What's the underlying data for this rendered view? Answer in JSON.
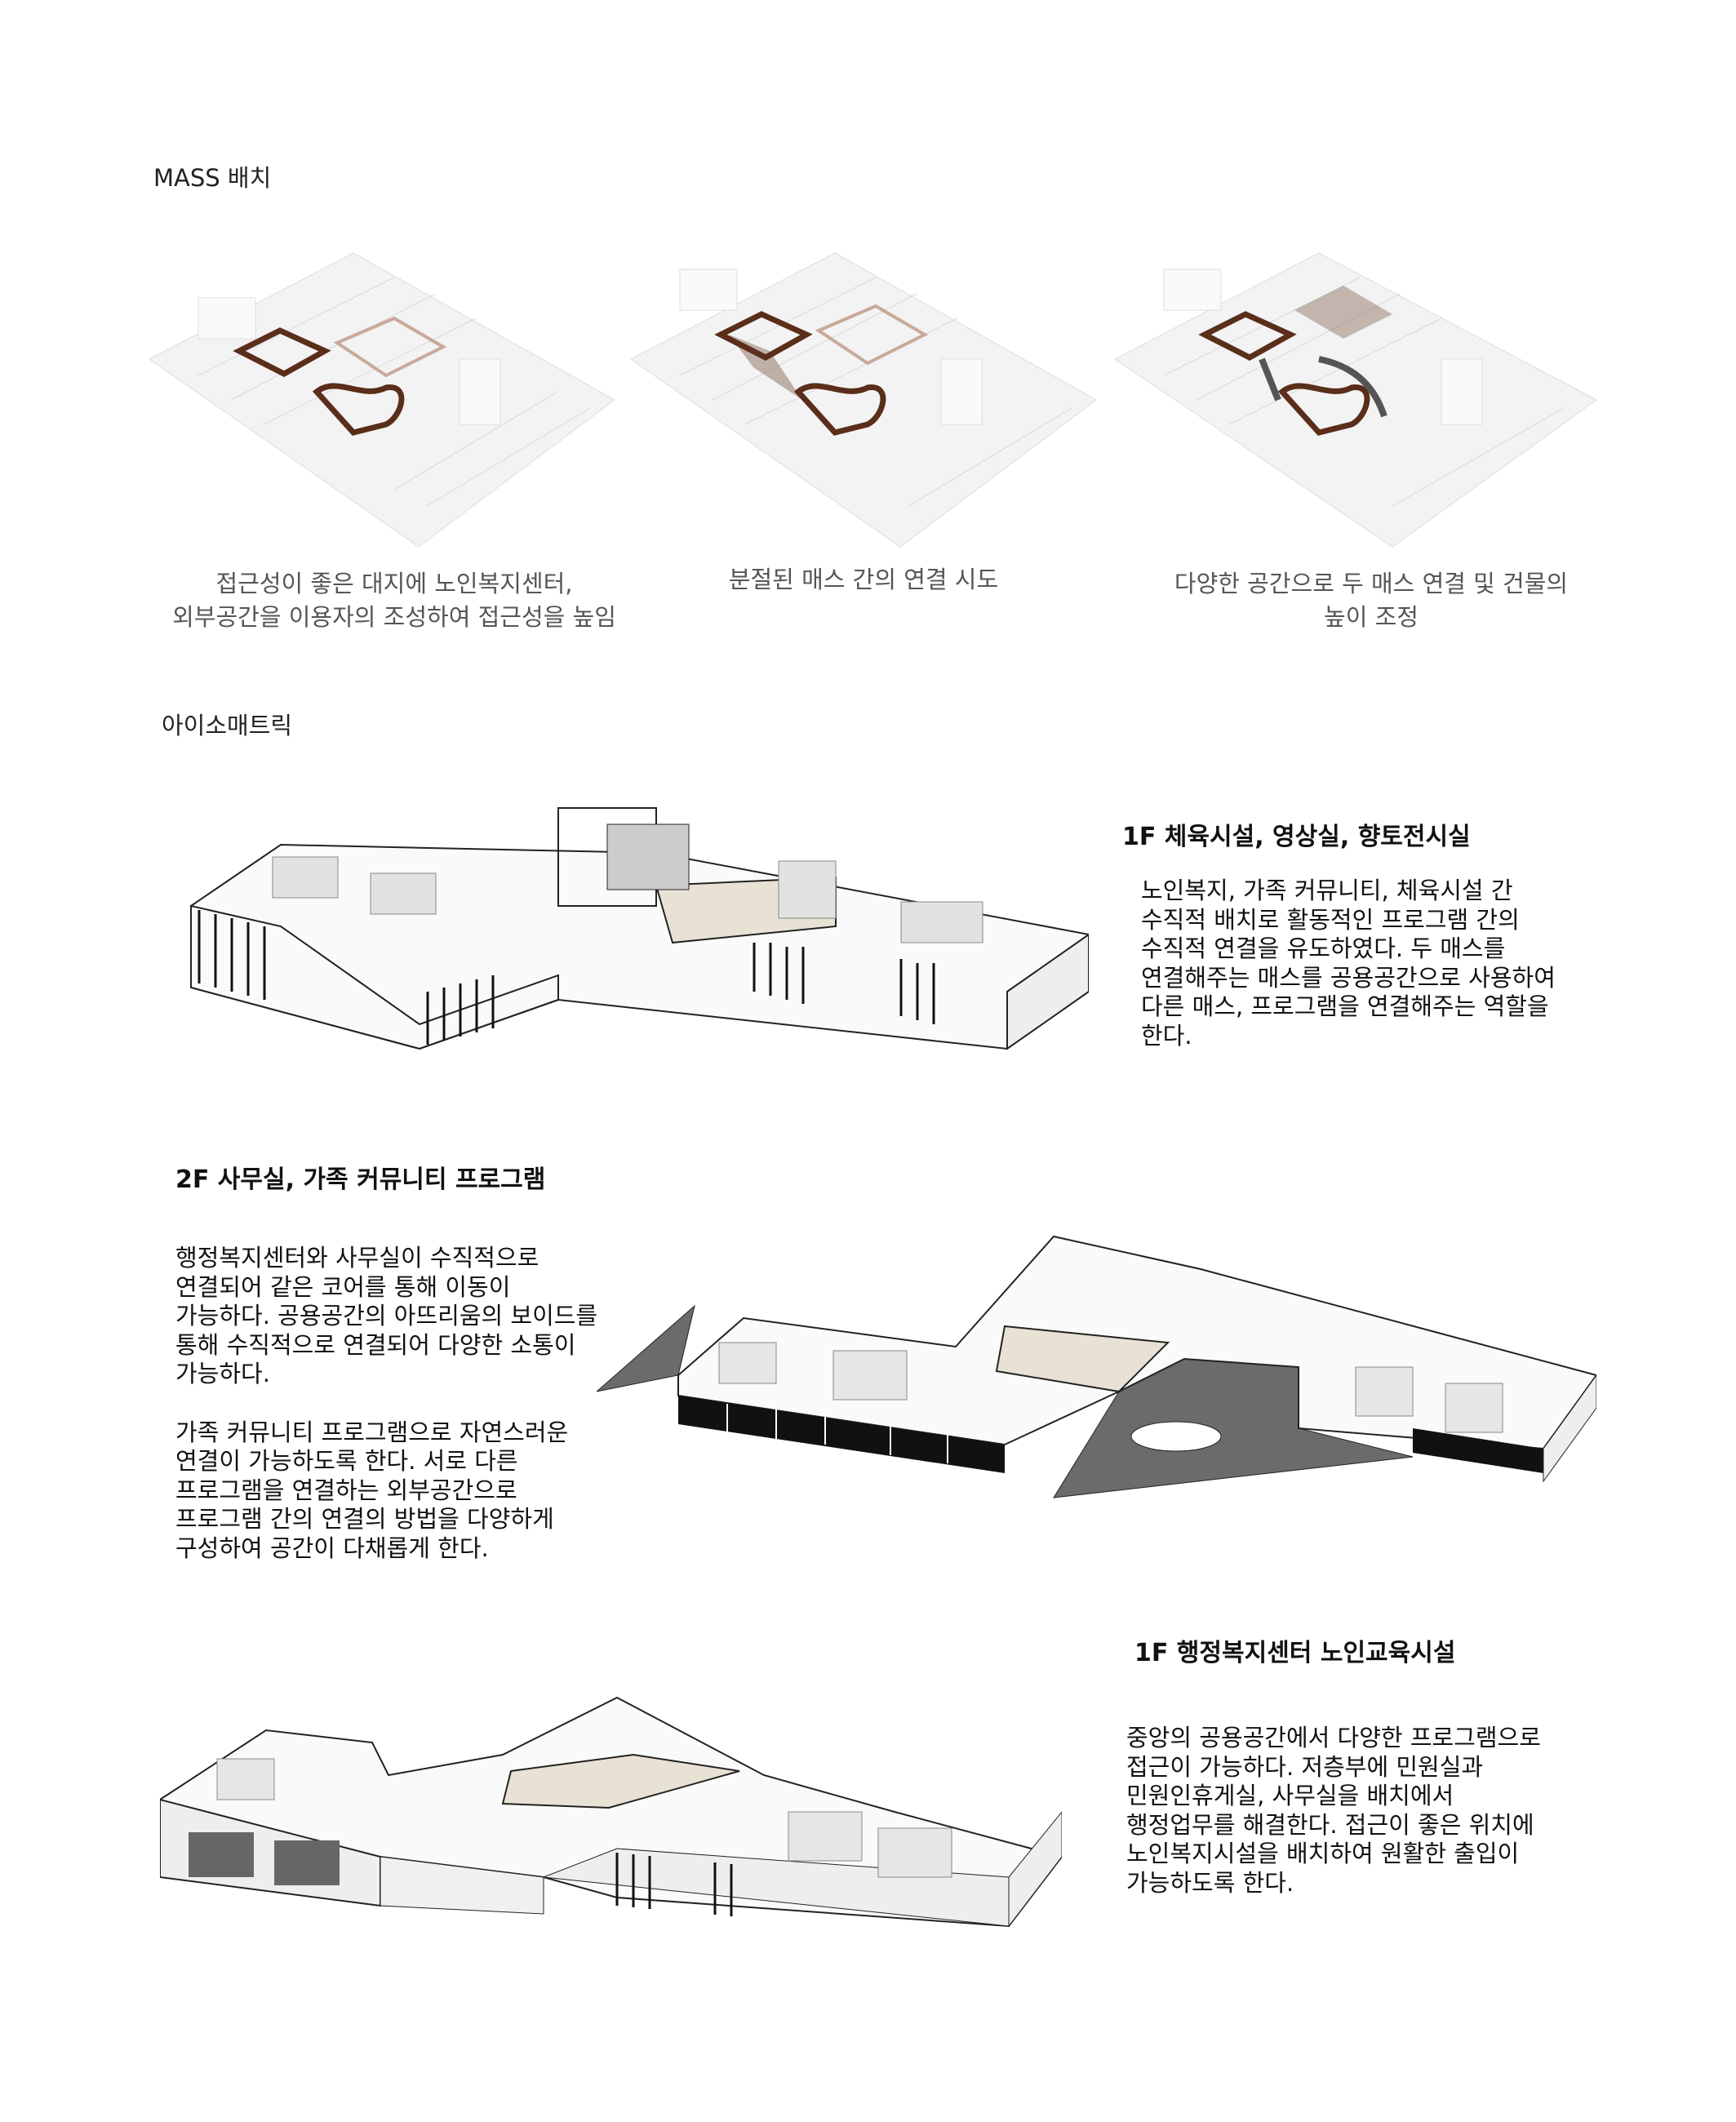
{
  "mass_section": {
    "title": "MASS 배치",
    "captions": [
      {
        "line1": "접근성이 좋은 대지에 노인복지센터,",
        "line2": "외부공간을 이용자의 조성하여 접근성을 높임"
      },
      {
        "line1": "분절된 매스 간의 연결 시도",
        "line2": ""
      },
      {
        "line1": "다양한 공간으로 두 매스 연결 및 건물의",
        "line2": "높이 조정"
      }
    ]
  },
  "iso_section": {
    "title": "아이소매트릭",
    "blocks": [
      {
        "heading": "1F 체육시설, 영상실, 향토전시실",
        "paragraphs": [
          "노인복지, 가족 커뮤니티, 체육시설 간\n수직적 배치로 활동적인 프로그램 간의\n수직적 연결을 유도하였다. 두 매스를\n연결해주는 매스를 공용공간으로 사용하여\n다른 매스, 프로그램을 연결해주는 역할을\n한다."
        ]
      },
      {
        "heading": "2F 사무실, 가족 커뮤니티 프로그램",
        "paragraphs": [
          "행정복지센터와 사무실이 수직적으로\n연결되어 같은 코어를 통해 이동이\n가능하다. 공용공간의 아뜨리움의 보이드를\n통해 수직적으로 연결되어 다양한 소통이\n가능하다.",
          "가족 커뮤니티 프로그램으로 자연스러운\n연결이 가능하도록 한다. 서로 다른\n프로그램을 연결하는 외부공간으로\n프로그램 간의 연결의 방법을 다양하게\n구성하여 공간이 다채롭게 한다."
        ]
      },
      {
        "heading": "1F 행정복지센터 노인교육시설",
        "paragraphs": [
          "중앙의 공용공간에서 다양한 프로그램으로\n접근이 가능하다. 저층부에 민원실과\n민원인휴게실, 사무실을 배치에서\n행정업무를 해결한다. 접근이 좋은 위치에\n노인복지시설을 배치하여 원활한 출입이\n가능하도록 한다."
        ]
      }
    ]
  },
  "colors": {
    "mass_outline": "#5a2e1a",
    "atrium_floor": "#e8e2d4",
    "void_ground": "#6b6b6b"
  }
}
